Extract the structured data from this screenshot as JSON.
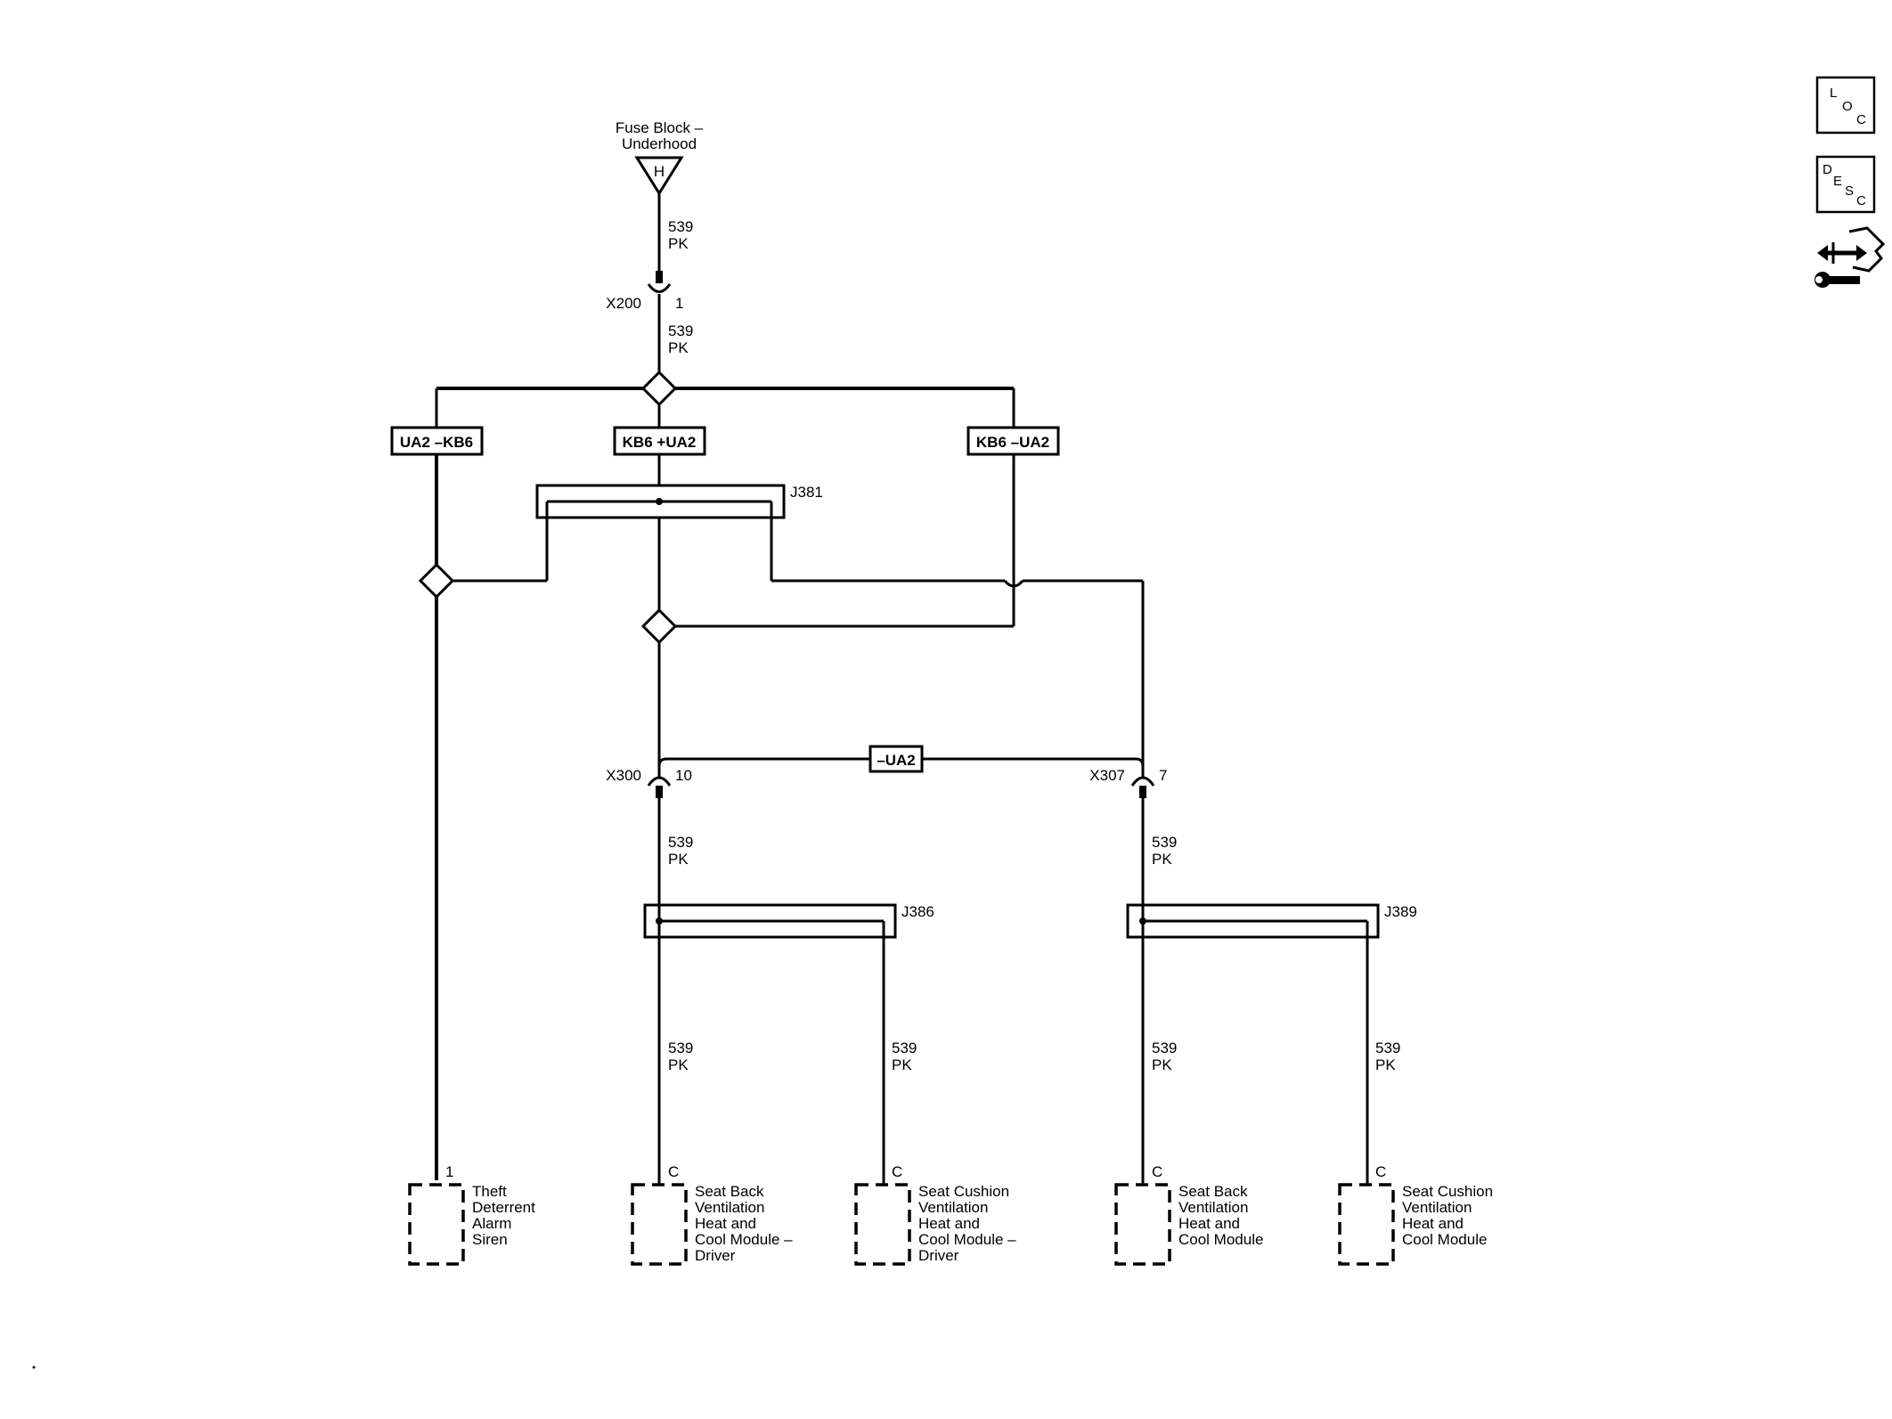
{
  "fuse_block": {
    "label_line1": "Fuse Block –",
    "label_line2": "Underhood",
    "symbol": "H"
  },
  "connectors": {
    "x200": {
      "name": "X200",
      "pin": "1"
    },
    "x300": {
      "name": "X300",
      "pin": "10"
    },
    "x307": {
      "name": "X307",
      "pin": "7"
    }
  },
  "wire": {
    "circuit": "539",
    "color": "PK"
  },
  "options": {
    "left": "UA2 –KB6",
    "center": "KB6 +UA2",
    "right": "KB6 –UA2",
    "lower": "–UA2"
  },
  "splices": {
    "j381": "J381",
    "j386": "J386",
    "j389": "J389"
  },
  "components": [
    {
      "pin": "1",
      "lines": [
        "Theft",
        "Deterrent",
        "Alarm",
        "Siren"
      ]
    },
    {
      "pin": "C",
      "lines": [
        "Seat Back",
        "Ventilation",
        "Heat and",
        "Cool Module –",
        "Driver"
      ]
    },
    {
      "pin": "C",
      "lines": [
        "Seat Cushion",
        "Ventilation",
        "Heat and",
        "Cool Module –",
        "Driver"
      ]
    },
    {
      "pin": "C",
      "lines": [
        "Seat Back",
        "Ventilation",
        "Heat and",
        "Cool Module"
      ]
    },
    {
      "pin": "C",
      "lines": [
        "Seat Cushion",
        "Ventilation",
        "Heat and",
        "Cool Module"
      ]
    }
  ],
  "side_icons": {
    "loc": [
      "L",
      "O",
      "C"
    ],
    "desc": [
      "D",
      "E",
      "S",
      "C"
    ]
  }
}
